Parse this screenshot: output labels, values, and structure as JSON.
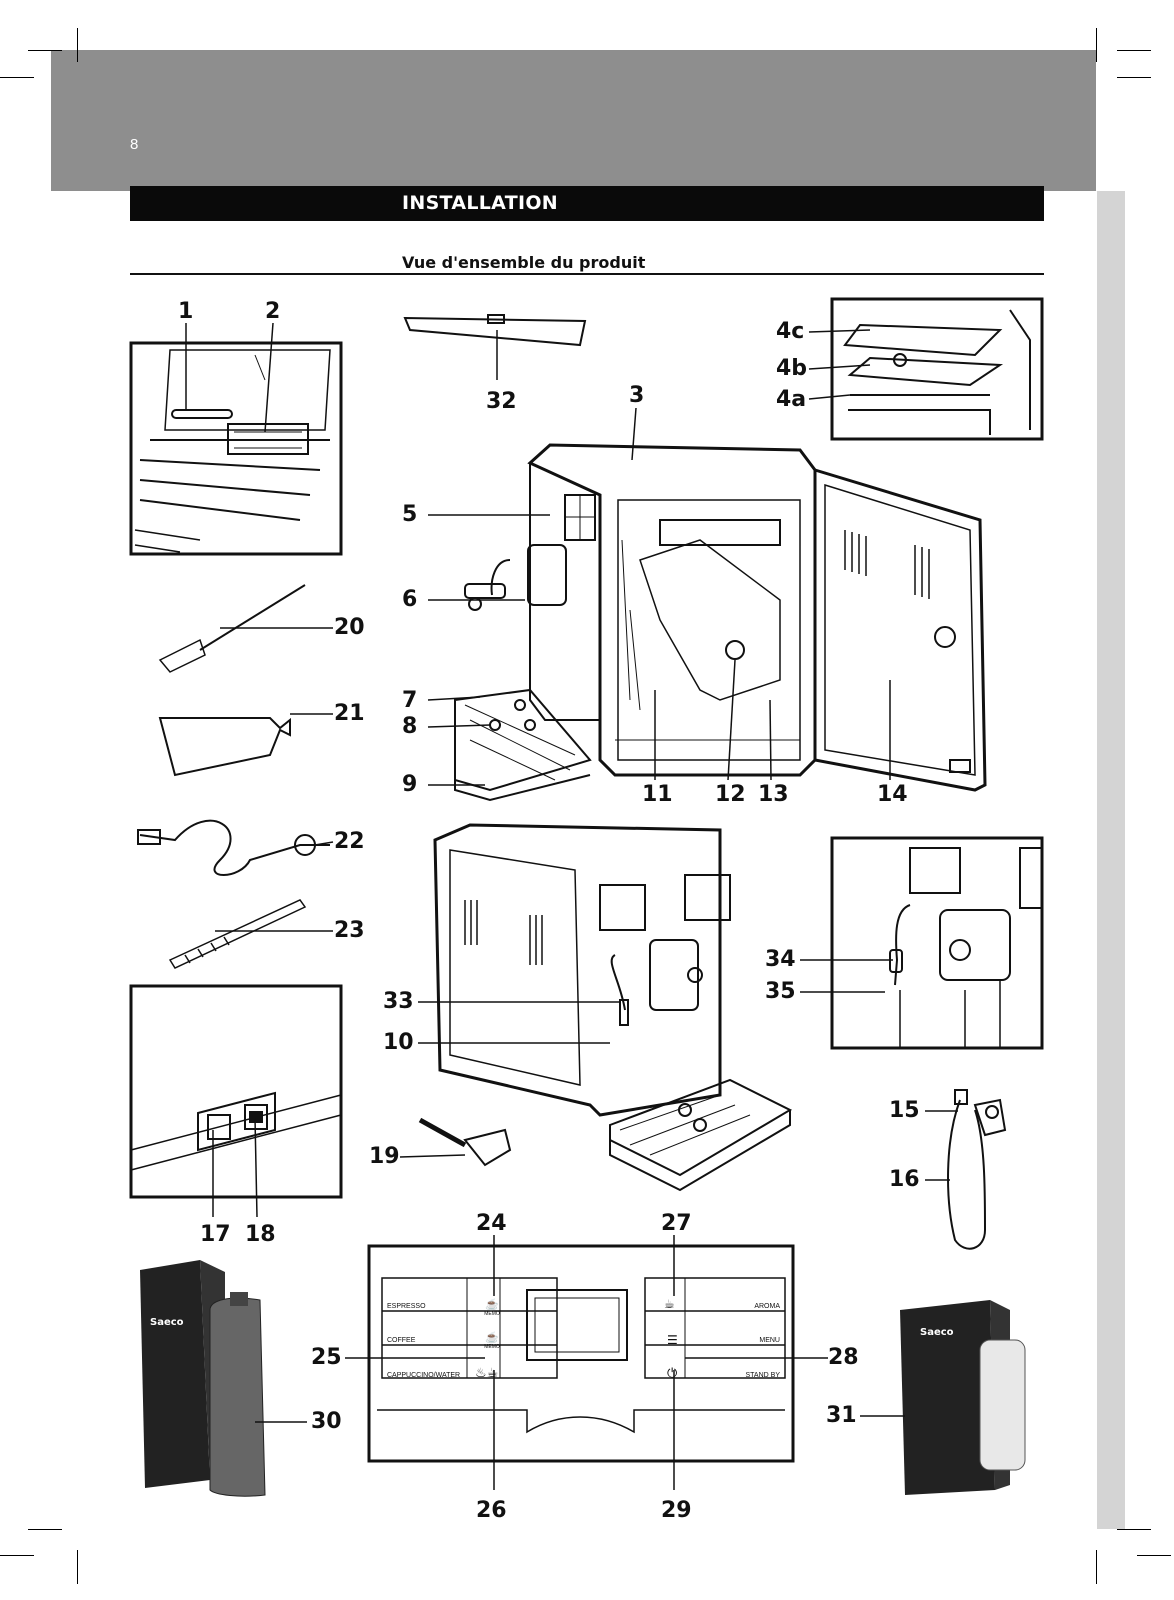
{
  "page": {
    "number": "8",
    "section_title": "INSTALLATION",
    "subtitle": "Vue d'ensemble du produit"
  },
  "labels": {
    "l1": "1",
    "l2": "2",
    "l3": "3",
    "l4a": "4a",
    "l4b": "4b",
    "l4c": "4c",
    "l5": "5",
    "l6": "6",
    "l7": "7",
    "l8": "8",
    "l9": "9",
    "l10": "10",
    "l11": "11",
    "l12": "12",
    "l13": "13",
    "l14": "14",
    "l15": "15",
    "l16": "16",
    "l17": "17",
    "l18": "18",
    "l19": "19",
    "l20": "20",
    "l21": "21",
    "l22": "22",
    "l23": "23",
    "l24": "24",
    "l25": "25",
    "l26": "26",
    "l27": "27",
    "l28": "28",
    "l29": "29",
    "l30": "30",
    "l31": "31",
    "l32": "32",
    "l33": "33",
    "l34": "34",
    "l35": "35"
  },
  "control_panel": {
    "espresso": "ESPRESSO",
    "coffee": "COFFEE",
    "cappuccino_water": "CAPPUCCINO/WATER",
    "aroma": "AROMA",
    "menu": "MENU",
    "stand_by": "STAND BY",
    "memo": "MEMO"
  },
  "packaging": {
    "brand": "Saeco"
  },
  "icons": [
    "espresso-memo-icon",
    "coffee-memo-icon",
    "cappuccino-water-icon",
    "aroma-icon",
    "menu-icon",
    "power-icon"
  ]
}
